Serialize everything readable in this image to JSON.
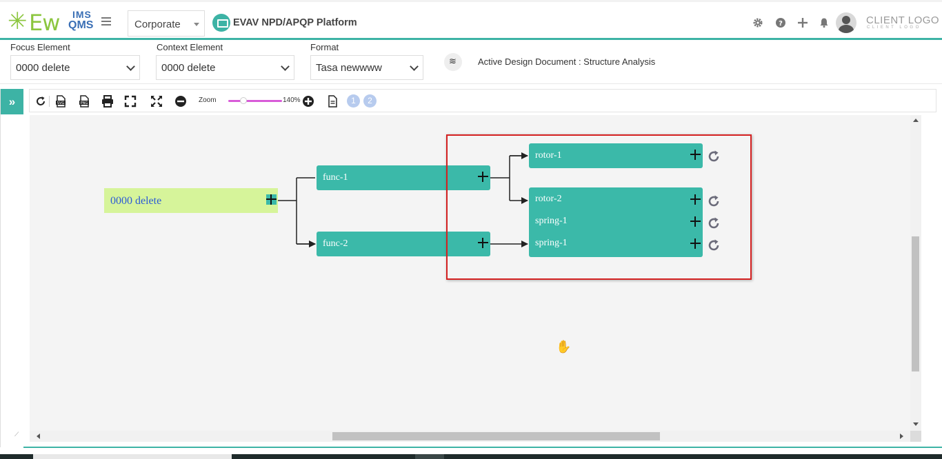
{
  "header": {
    "logo_ims": "IMS",
    "logo_ew": "Ew",
    "logo_qms": "QMS",
    "org_select": "Corporate",
    "platform_title": "EVAV NPD/APQP Platform",
    "client_logo": "CLIENT LOGO",
    "client_logo_sub": "CLIENT LOGO",
    "icons": [
      "gear-icon",
      "help-icon",
      "plus-icon",
      "bell-icon",
      "avatar"
    ]
  },
  "filters": {
    "focus_label": "Focus Element",
    "focus_value": "0000 delete",
    "context_label": "Context Element",
    "context_value": "0000 delete",
    "format_label": "Format",
    "format_value": "Tasa newwww",
    "active_doc": "Active Design Document : Structure Analysis"
  },
  "sidebar": {
    "toggle": "»"
  },
  "toolbar": {
    "zoom_label": "Zoom",
    "zoom_value": "140%",
    "zoom_fraction": 0.3,
    "pages": [
      "1",
      "2"
    ],
    "tools": [
      "refresh-icon",
      "export-svg-icon",
      "export-png-icon",
      "print-icon",
      "fit-screen-icon",
      "expand-icon",
      "zoom-out-icon",
      "zoom-in-icon",
      "document-icon"
    ]
  },
  "diagram": {
    "focus": {
      "label": "0000 delete"
    },
    "functions": [
      {
        "label": "func-1"
      },
      {
        "label": "func-2"
      }
    ],
    "children": {
      "rotor1": "rotor-1",
      "stack": [
        "rotor-2",
        "spring-1",
        "spring-1"
      ]
    },
    "colors": {
      "node": "#3bb9a9",
      "focus": "#d6f49a",
      "focus_text": "#2c5bd6",
      "highlight": "#d42020"
    }
  }
}
